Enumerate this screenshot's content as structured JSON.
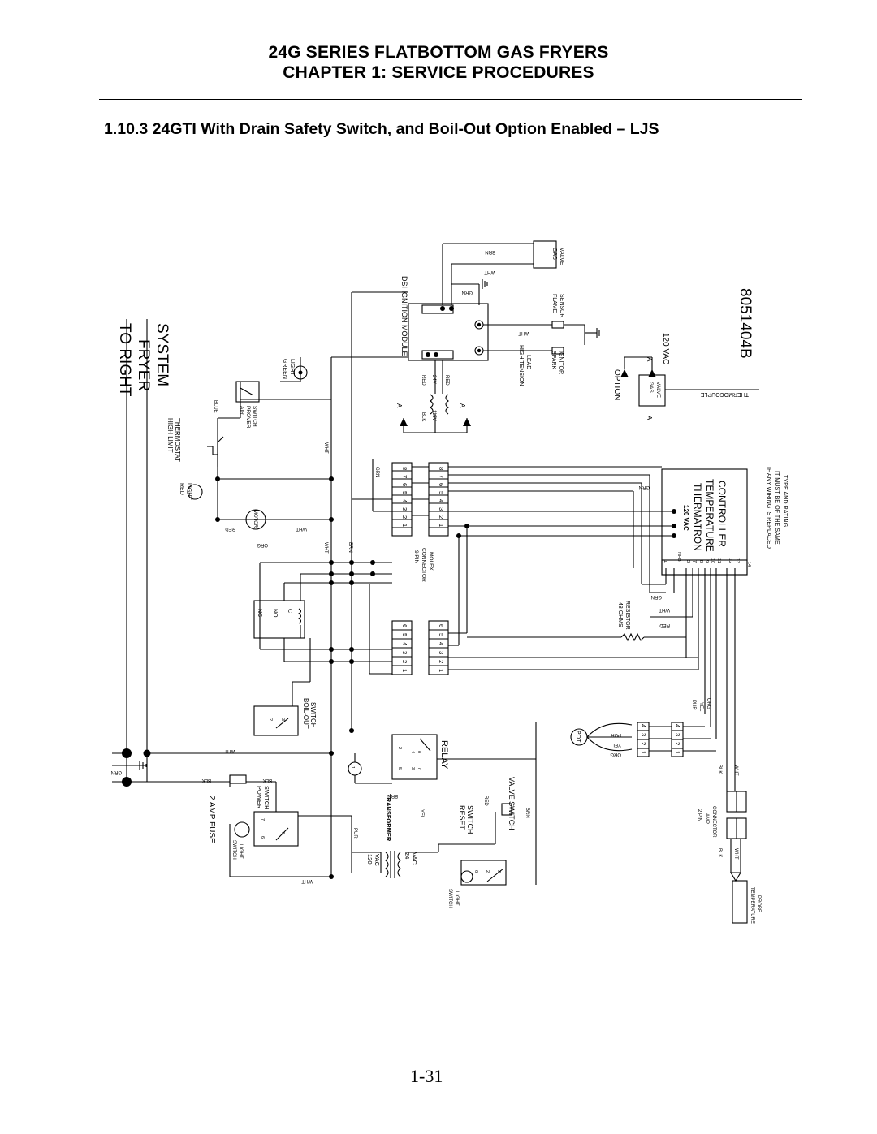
{
  "header": {
    "line1": "24G SERIES FLATBOTTOM GAS FRYERS",
    "line2": "CHAPTER 1:  SERVICE PROCEDURES"
  },
  "section_title": "1.10.3  24GTI With Drain Safety Switch, and Boil-Out Option Enabled – LJS",
  "page_number": "1-31",
  "diagram": {
    "drawing_number": "8051404B",
    "to_right_fryer": [
      "TO RIGHT",
      "FRYER",
      "SYSTEM"
    ],
    "dsi_module": "DSI IGNITION MODULE",
    "gas_valve": [
      "GAS",
      "VALVE"
    ],
    "flame_sensor": [
      "FLAME",
      "SENSOR"
    ],
    "spark_ignitor": [
      "SPARK",
      "IGNITOR"
    ],
    "high_tension_lead": [
      "HIGH TENSION",
      "LEAD"
    ],
    "green_light": [
      "GREEN",
      "LIGHT"
    ],
    "air_prover_switch": [
      "AIR",
      "PROVER",
      "SWITCH"
    ],
    "high_limit": [
      "HIGH LIMIT",
      "THERMOSTAT"
    ],
    "red_light": [
      "RED",
      "LIGHT"
    ],
    "motor": "MOTOR",
    "option_label": "OPTION",
    "option_120vac": "120 VAC",
    "thermocouple": "THERMOCOUPLE",
    "controller": [
      "THERMATRON",
      "TEMPERATURE",
      "CONTROLLER"
    ],
    "controller_120vac": "120 VAC",
    "nb_label": "NHB",
    "warning": [
      "IF ANY WIRING IS REPLACED",
      "IT MUST BE OF THE SAME",
      "TYPE AND RATING"
    ],
    "connector_9pin": [
      "9 PIN",
      "CONNECTOR",
      "MOLEX"
    ],
    "resistor": [
      "48 OHMS",
      "RESISTOR"
    ],
    "boil_out": [
      "BOIL-OUT",
      "SWITCH"
    ],
    "relay": "RELAY",
    "power_switch": [
      "POWER",
      "SWITCH"
    ],
    "switch_light": [
      "SWITCH",
      "LIGHT"
    ],
    "fuse": "2 AMP FUSE",
    "transformer": "TRANSFORMER",
    "xfmr_primary": [
      "120",
      "VAC"
    ],
    "xfmr_secondary": [
      "24",
      "VAC"
    ],
    "reset_switch": [
      "RESET",
      "SWITCH"
    ],
    "valve_switch": "VALVE SWITCH",
    "pot": "POT",
    "amp_2pin": [
      "2 PIN",
      "AMP",
      "CONNECTOR"
    ],
    "temp_probe": [
      "TEMPERATURE",
      "PROBE"
    ],
    "xfmr_24v": "24V",
    "xfmr_115v": "115V",
    "nc": "NC",
    "no": "NO",
    "c": "C",
    "point_a": "A",
    "wires": {
      "wht": "WHT",
      "brn": "BRN",
      "grn": "GRN",
      "red": "RED",
      "blk": "BLK",
      "blue": "BLUE",
      "org": "ORG",
      "pur": "PUR",
      "yel": "YEL"
    },
    "pins_1_9": [
      "1",
      "2",
      "3",
      "4",
      "5",
      "6",
      "7",
      "8",
      "9"
    ],
    "pins_1_6": [
      "1",
      "2",
      "3",
      "4",
      "5",
      "6"
    ],
    "pins_1_4": [
      "1",
      "2",
      "3",
      "4"
    ],
    "ctrl_pins": [
      "1",
      "2",
      "3",
      "4",
      "5",
      "6",
      "7",
      "8",
      "9",
      "10",
      "11",
      "12",
      "13",
      "14"
    ],
    "relay_pins": [
      "1",
      "2",
      "3",
      "4",
      "5",
      "6",
      "7",
      "8"
    ],
    "switch_pins": [
      "1",
      "2",
      "3",
      "6",
      "7"
    ]
  }
}
